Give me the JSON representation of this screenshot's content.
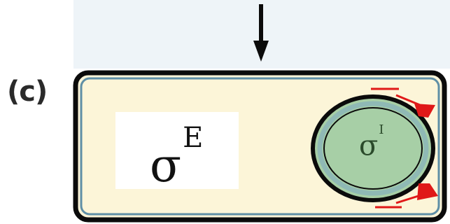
{
  "panel_label": "(c)",
  "matrix": {
    "symbol": "σ",
    "superscript": "E"
  },
  "inclusion": {
    "symbol": "σ",
    "superscript": "I"
  },
  "colors": {
    "matrix_fill": "#fcf5d8",
    "outline": "#0b0b0b",
    "outline_inner": "#5f8fa6",
    "inclusion_fill": "#a7cfa6",
    "inclusion_ring": "#8fb9b5",
    "stress_arrows": "#e01818",
    "background_band": "#eef4f8"
  }
}
